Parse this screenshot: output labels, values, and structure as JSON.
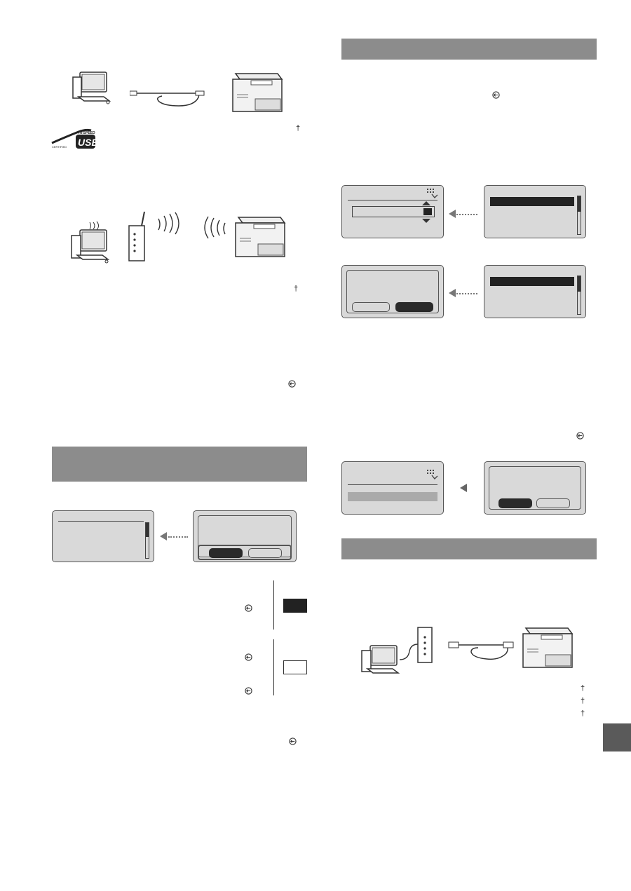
{
  "usb_logo": {
    "top_text": "HI-SPEED",
    "side_text": "CERTIFIED",
    "main_text": "USB"
  },
  "marks": {
    "dagger": "†"
  },
  "icons": {
    "computer": "computer-icon",
    "usb_cable": "usb-cable-icon",
    "printer": "printer-icon",
    "router": "router-icon",
    "wireless": "wireless-signal-icon",
    "circle_arrow": "circle-arrow-icon",
    "touch": "touch-hand-icon"
  },
  "colors": {
    "section_bar": "#8c8c8c",
    "lcd": "#d9d9d9",
    "dark": "#2a2a2a",
    "side_tab": "#5a5a5a"
  }
}
